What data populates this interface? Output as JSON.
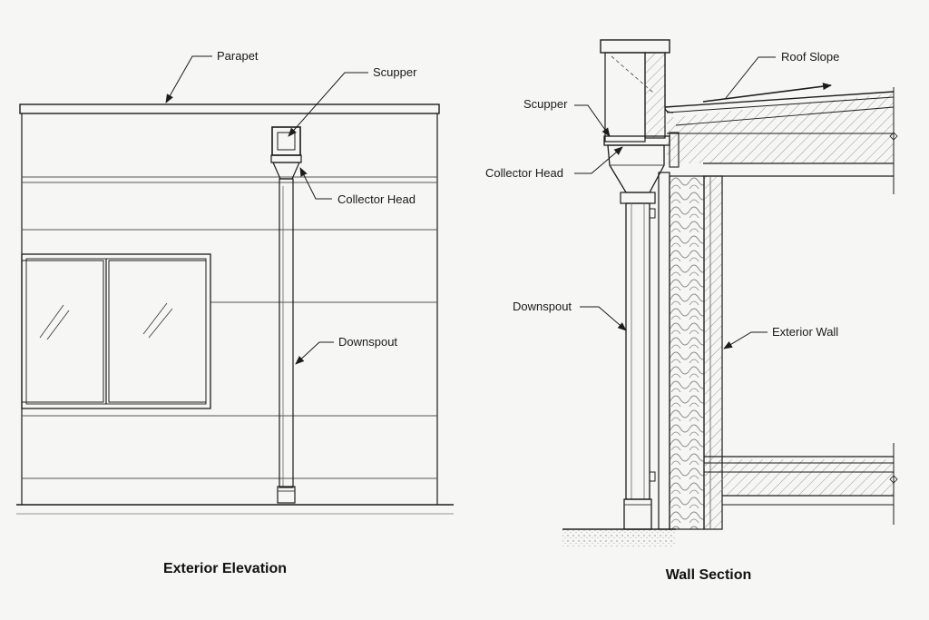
{
  "diagram": {
    "left_panel": {
      "title": "Exterior Elevation",
      "labels": {
        "parapet": "Parapet",
        "scupper": "Scupper",
        "collector_head": "Collector Head",
        "downspout": "Downspout"
      }
    },
    "right_panel": {
      "title": "Wall Section",
      "labels": {
        "roof_slope": "Roof Slope",
        "scupper": "Scupper",
        "collector_head": "Collector Head",
        "downspout": "Downspout",
        "exterior_wall": "Exterior Wall"
      }
    },
    "colors": {
      "background": "#f6f6f4",
      "line": "#1c1c1c",
      "hatch": "#8a8a8a"
    }
  }
}
